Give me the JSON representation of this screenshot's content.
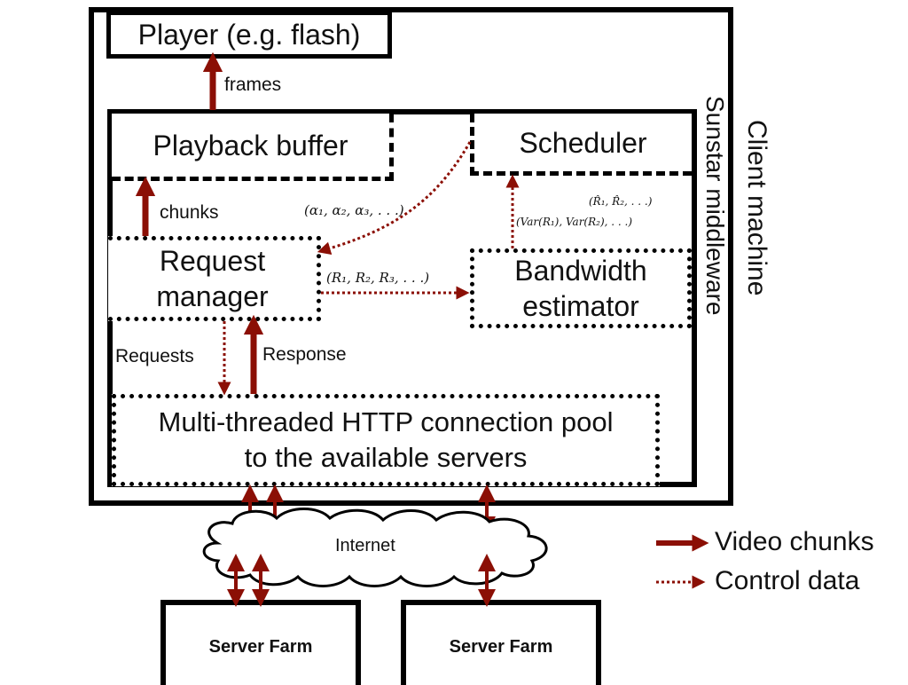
{
  "client": {
    "label": "Client machine"
  },
  "player": {
    "label": "Player (e.g. flash)"
  },
  "frames_label": "frames",
  "middleware": {
    "label": "Sunstar middleware"
  },
  "playback_buffer": {
    "label": "Playback buffer"
  },
  "scheduler": {
    "label": "Scheduler"
  },
  "chunks_label": "chunks",
  "alpha_label": "(α₁, α₂, α₃, . . .)",
  "rhat_label": "(R̂₁, R̂₂, . . .)",
  "var_label": "(Var(R₁), Var(R₂), . . .)",
  "request_manager": {
    "line1": "Request",
    "line2": "manager"
  },
  "r_label": "(R₁, R₂, R₃, . . .)",
  "bandwidth_estimator": {
    "line1": "Bandwidth",
    "line2": "estimator"
  },
  "requests_label": "Requests",
  "response_label": "Response",
  "connection_pool": {
    "line1": "Multi-threaded HTTP connection pool",
    "line2": "to the available servers"
  },
  "internet": {
    "label": "Internet"
  },
  "server_farms": [
    {
      "label": "Server Farm"
    },
    {
      "label": "Server Farm"
    }
  ],
  "legend": {
    "solid_label": "Video chunks",
    "dotted_label": "Control data"
  },
  "colors": {
    "arrow": "#8b0f05",
    "border": "#000000"
  }
}
